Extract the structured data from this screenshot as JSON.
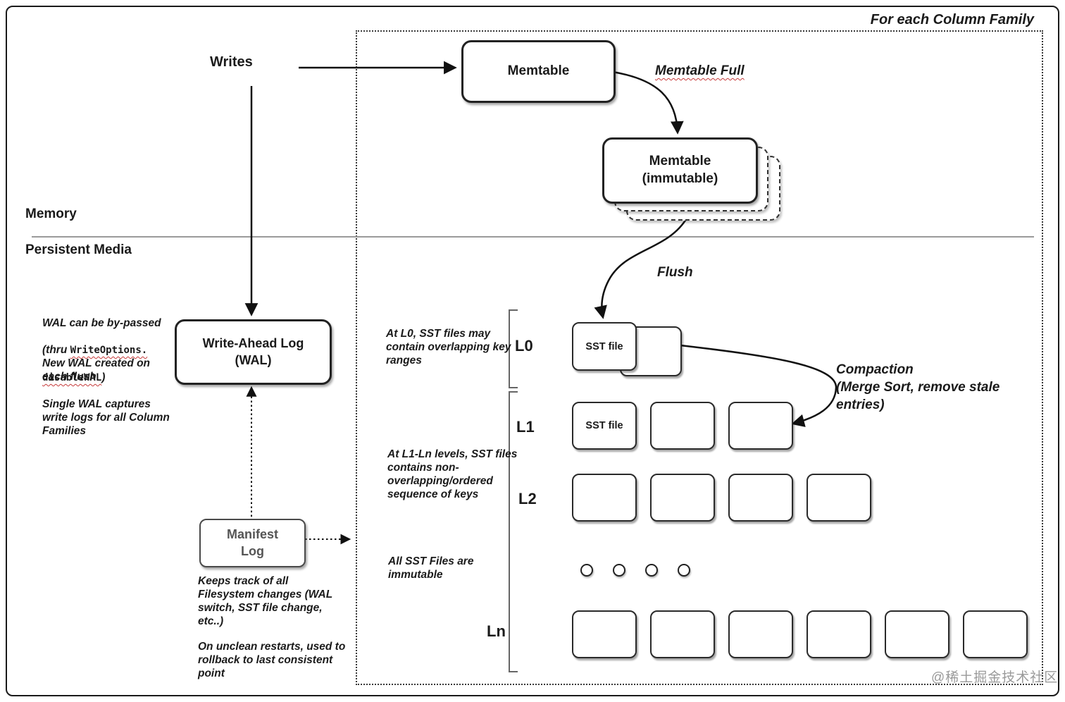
{
  "frame": {
    "corner_label": "For each Column Family",
    "watermark": "@稀土掘金技术社区"
  },
  "sections": {
    "memory": "Memory",
    "persistent": "Persistent Media"
  },
  "flow": {
    "writes": "Writes",
    "memtable": "Memtable",
    "memtable_full": "Memtable Full",
    "memtable_immutable": "Memtable\n(immutable)",
    "flush": "Flush",
    "wal": "Write-Ahead Log\n(WAL)",
    "manifest": "Manifest\nLog",
    "compaction": "Compaction\n(Merge Sort, remove stale\nentries)"
  },
  "notes": {
    "wal_bypass_line1": "WAL can be by-passed",
    "wal_bypass_pre": "(thru ",
    "wal_bypass_code1": "WriteOptions.",
    "wal_bypass_code2": "disableWAL",
    "wal_bypass_post": ")",
    "new_wal": "New WAL created on\neach flush",
    "single_wal": "Single WAL captures\nwrite logs for all Column\nFamilies",
    "manifest_tracks": "Keeps track of all\nFilesystem changes (WAL\nswitch, SST file change,\netc..)",
    "manifest_rollback": "On unclean restarts, used to\nrollback to last consistent\npoint",
    "l0_note": "At L0, SST files may\ncontain overlapping key\nranges",
    "l1_note": "At L1-Ln levels, SST files\ncontains non-\noverlapping/ordered\nsequence of keys",
    "immutable_note": "All SST Files are\nimmutable"
  },
  "levels": [
    {
      "label": "L0",
      "box_count": 2,
      "first_box_label": "SST file"
    },
    {
      "label": "L1",
      "box_count": 3,
      "first_box_label": "SST file"
    },
    {
      "label": "L2",
      "box_count": 4,
      "first_box_label": ""
    },
    {
      "label": "Ln",
      "box_count": 6,
      "first_box_label": ""
    }
  ],
  "ellipsis": {
    "dot_count": 4
  },
  "colors": {
    "stroke": "#1a1a1a",
    "squiggle_underline": "#c63a3a",
    "muted_text": "#555555",
    "watermark_text": "#9a9a9a"
  }
}
